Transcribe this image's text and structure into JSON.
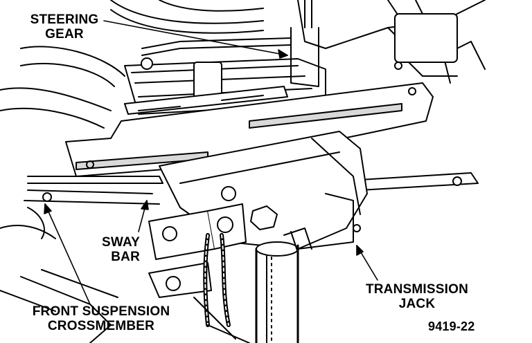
{
  "labels": {
    "steering_gear": {
      "line1": "STEERING",
      "line2": "GEAR"
    },
    "sway_bar": {
      "line1": "SWAY",
      "line2": "BAR"
    },
    "front_suspension_crossmember": {
      "line1": "FRONT SUSPENSION",
      "line2": "CROSSMEMBER"
    },
    "transmission_jack": {
      "line1": "TRANSMISSION",
      "line2": "JACK"
    }
  },
  "figure_number": "9419-22",
  "colors": {
    "ink": "#000000",
    "paper": "#ffffff",
    "shade": "#d9d9d9"
  }
}
